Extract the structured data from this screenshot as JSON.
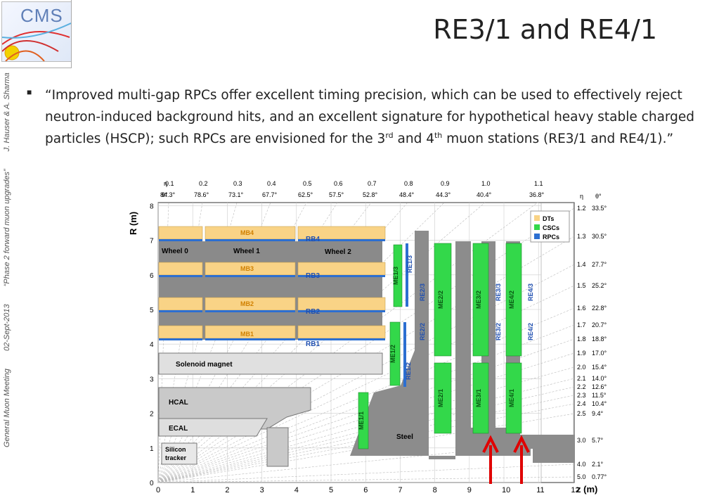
{
  "header": {
    "logo_text": "CMS",
    "title": "RE3/1 and RE4/1"
  },
  "sidebar": {
    "text1": "General Muon Meeting",
    "text2": "02-Sept-2013",
    "text3": "“Phase 2 forward muon upgrades”",
    "text4": "J. Hauser & A. Sharma"
  },
  "content": {
    "quote_part1": "“Improved multi-gap RPCs offer excellent timing precision, which can be used to effectively reject neutron-induced background hits, and an excellent signature for hypothetical heavy stable charged particles (HSCP); such RPCs are envisioned for the 3",
    "sup1": "rd",
    "mid": " and 4",
    "sup2": "th",
    "quote_part2": " muon stations (RE3/1 and RE4/1).”"
  },
  "figure": {
    "eta_label": "η",
    "theta_label": "θ°",
    "top_eta": [
      "0.1",
      "0.2",
      "0.3",
      "0.4",
      "0.5",
      "0.6",
      "0.7",
      "0.8",
      "0.9",
      "1.0",
      "1.1"
    ],
    "top_theta": [
      "84.3°",
      "78.6°",
      "73.1°",
      "67.7°",
      "62.5°",
      "57.5°",
      "52.8°",
      "48.4°",
      "44.3°",
      "40.4°",
      "36.8°"
    ],
    "right_eta": [
      "1.2",
      "1.3",
      "1.4",
      "1.5",
      "1.6",
      "1.7",
      "1.8",
      "1.9",
      "2.0",
      "2.1",
      "2.2",
      "2.3",
      "2.4",
      "2.5",
      "3.0",
      "4.0",
      "5.0"
    ],
    "right_theta": [
      "33.5°",
      "30.5°",
      "27.7°",
      "25.2°",
      "22.8°",
      "20.7°",
      "18.8°",
      "17.0°",
      "15.4°",
      "14.0°",
      "12.6°",
      "11.5°",
      "10.4°",
      "9.4°",
      "5.7°",
      "2.1°",
      "0.77°"
    ],
    "y_ticks": [
      "0",
      "1",
      "2",
      "3",
      "4",
      "5",
      "6",
      "7",
      "8"
    ],
    "x_ticks": [
      "0",
      "1",
      "2",
      "3",
      "4",
      "5",
      "6",
      "7",
      "8",
      "9",
      "10",
      "11",
      "12"
    ],
    "ylabel": "R (m)",
    "xlabel": "z (m)",
    "legend": [
      {
        "label": "DTs",
        "color": "#f9d386"
      },
      {
        "label": "CSCs",
        "color": "#33d84a"
      },
      {
        "label": "RPCs",
        "color": "#2c6fd1"
      }
    ],
    "wheels": [
      "Wheel 0",
      "Wheel 1",
      "Wheel 2"
    ],
    "mb": [
      "MB4",
      "MB3",
      "MB2",
      "MB1"
    ],
    "rb": [
      "RB4",
      "RB3",
      "RB2",
      "RB1"
    ],
    "me": [
      "ME1/3",
      "ME2/2",
      "ME3/2",
      "ME4/2",
      "ME1/2",
      "ME2/1",
      "ME3/1",
      "ME4/1",
      "ME1/1"
    ],
    "re": [
      "RE1/3",
      "RE2/3",
      "RE3/3",
      "RE4/3",
      "RE2/2",
      "RE3/2",
      "RE4/2",
      "RE1/2"
    ],
    "labels": {
      "solenoid": "Solenoid magnet",
      "hcal": "HCAL",
      "ecal": "ECAL",
      "silicon": "Silicon",
      "tracker": "tracker",
      "steel": "Steel"
    }
  }
}
